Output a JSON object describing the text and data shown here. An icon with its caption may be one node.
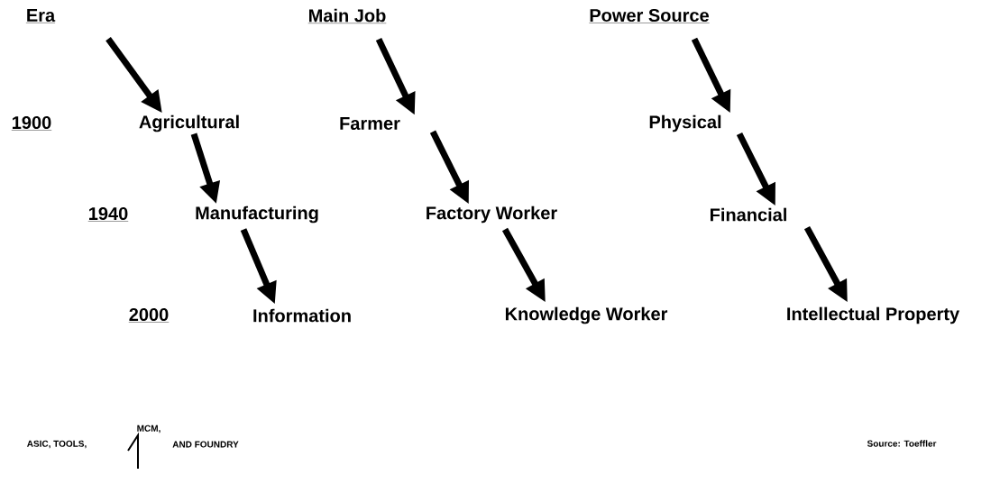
{
  "diagram": {
    "nodes": [
      {
        "text": [
          "Era"
        ]
      },
      {
        "text": [
          "Main Job"
        ]
      },
      {
        "text": [
          "Power Source"
        ]
      },
      {
        "text": [
          "Agricultural"
        ]
      },
      {
        "text": [
          "Farmer"
        ]
      },
      {
        "text": [
          "Physical"
        ]
      },
      {
        "text": [
          "Manufacturing"
        ]
      },
      {
        "text": [
          "Factory Worker"
        ]
      },
      {
        "text": [
          "Financial"
        ]
      },
      {
        "text": [
          "Information"
        ]
      },
      {
        "text": [
          "Knowledge Worker"
        ]
      },
      {
        "text": [
          "Intellectual Property"
        ]
      }
    ],
    "edges": [
      {
        "from": 0,
        "to": 3,
        "arrow": "to"
      },
      {
        "from": 3,
        "to": 6,
        "arrow": "to"
      },
      {
        "from": 6,
        "to": 9,
        "arrow": "to"
      },
      {
        "from": 1,
        "to": 4,
        "arrow": "to"
      },
      {
        "from": 4,
        "to": 7,
        "arrow": "to"
      },
      {
        "from": 7,
        "to": 10,
        "arrow": "to"
      },
      {
        "from": 2,
        "to": 5,
        "arrow": "to"
      },
      {
        "from": 5,
        "to": 8,
        "arrow": "to"
      },
      {
        "from": 8,
        "to": 11,
        "arrow": "to"
      }
    ],
    "labels": [
      "1900",
      "1940",
      "2000",
      "MCM,",
      "ASIC, TOOLS,",
      "AND FOUNDRY",
      "Source: Toeffler"
    ]
  }
}
